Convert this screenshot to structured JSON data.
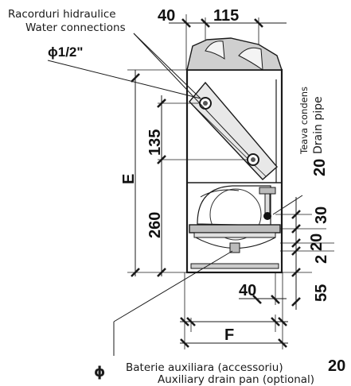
{
  "labels": {
    "hydraulic_ro": "Racorduri hidraulice",
    "hydraulic_en": "Water connections",
    "pipe_size": "ϕ1/2\"",
    "drain_ro": "Teava condens",
    "drain_en": "Drain pipe",
    "pan_ro": "Baterie auxiliara  (accessoriu)",
    "pan_en": "Auxiliary drain pan (optional)",
    "pan_phi": "ϕ"
  },
  "dimensions": {
    "d40_top": "40",
    "d115": "115",
    "d135": "135",
    "d260": "260",
    "dE": "E",
    "d20_drain": "20",
    "d30": "30",
    "d20_side": "20",
    "d2": "2",
    "d55": "55",
    "d40_bottom": "40",
    "dF": "F",
    "d20_pan": "20"
  }
}
